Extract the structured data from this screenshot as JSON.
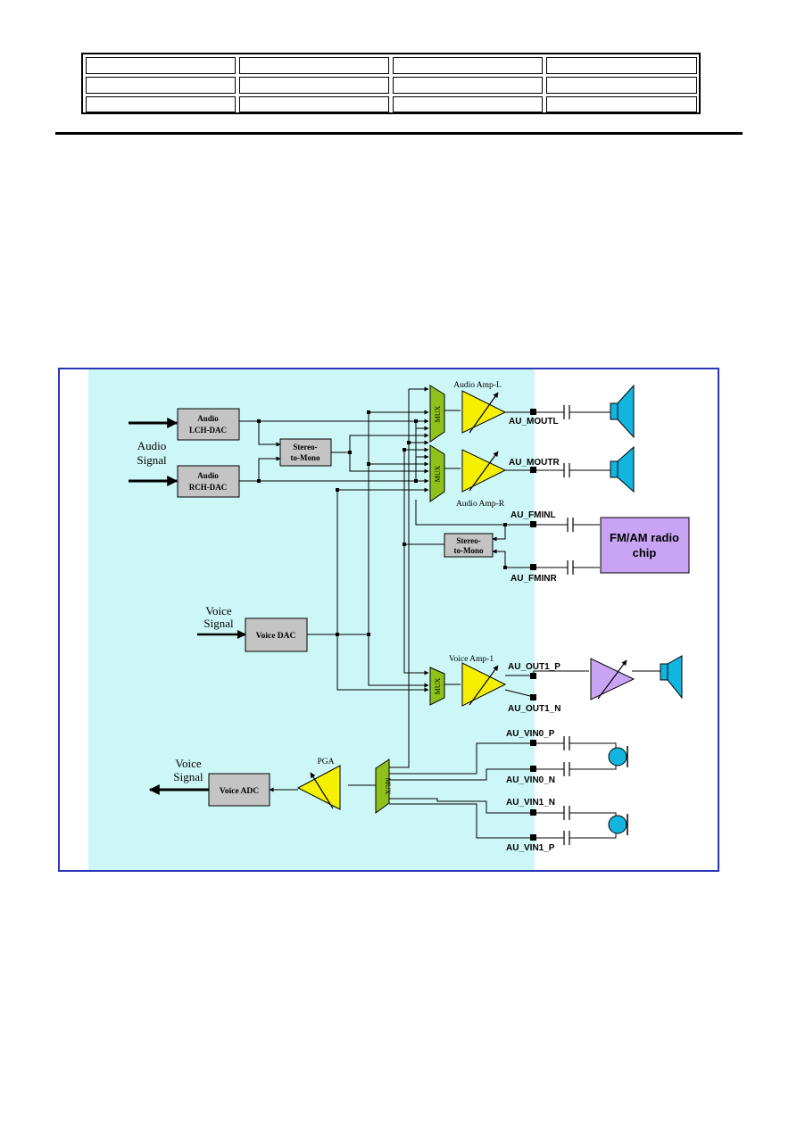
{
  "header_table": {
    "rows": 3,
    "cols": 4
  },
  "diagram": {
    "audio_signal": [
      "Audio",
      "Signal"
    ],
    "voice_signal_in": [
      "Voice",
      "Signal"
    ],
    "voice_signal_out": [
      "Voice",
      "Signal"
    ],
    "lch_dac": [
      "Audio",
      "LCH-DAC"
    ],
    "rch_dac": [
      "Audio",
      "RCH-DAC"
    ],
    "stereo_to_mono_1": [
      "Stereo-",
      "to-Mono"
    ],
    "stereo_to_mono_2": [
      "Stereo-",
      "to-Mono"
    ],
    "voice_dac": "Voice DAC",
    "voice_adc": "Voice ADC",
    "mux": "MUX",
    "audio_amp_l": "Audio Amp-L",
    "audio_amp_r": "Audio Amp-R",
    "voice_amp_1": "Voice Amp-1",
    "pga": "PGA",
    "fm_chip": [
      "FM/AM radio",
      "chip"
    ],
    "pins": {
      "moutl": "AU_MOUTL",
      "moutr": "AU_MOUTR",
      "fminl": "AU_FMINL",
      "fminr": "AU_FMINR",
      "out1_p": "AU_OUT1_P",
      "out1_n": "AU_OUT1_N",
      "vin0_p": "AU_VIN0_P",
      "vin0_n": "AU_VIN0_N",
      "vin1_n": "AU_VIN1_N",
      "vin1_p": "AU_VIN1_P"
    },
    "colors": {
      "background": "#cdf7f7",
      "border": "#2a34b8",
      "block_gray": "#c4c4c4",
      "amp_yellow": "#f5f000",
      "mux_green": "#8ec21a",
      "fm_purple": "#c9a4f5",
      "speaker_cyan": "#12b4e0"
    }
  }
}
